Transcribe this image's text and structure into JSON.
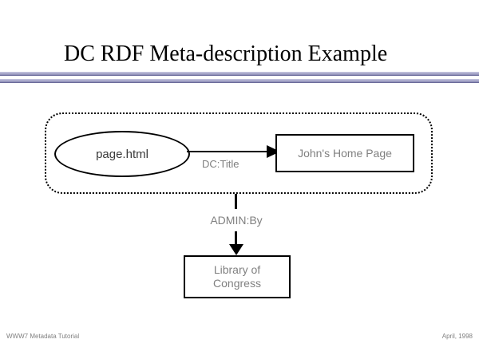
{
  "slide": {
    "title": "DC RDF Meta-description Example",
    "footer_left": "WWW7 Metadata Tutorial",
    "footer_right": "April, 1998"
  },
  "diagram": {
    "resource_label": "page.html",
    "dc_title_label": "DC:Title",
    "title_value": "John's Home Page",
    "admin_by_label": "ADMIN:By",
    "admin_value": "Library of\nCongress"
  },
  "colors": {
    "divider_line": "#9999cc",
    "diagram_text_gray": "#808080",
    "node_border": "#000000",
    "background": "#ffffff"
  }
}
